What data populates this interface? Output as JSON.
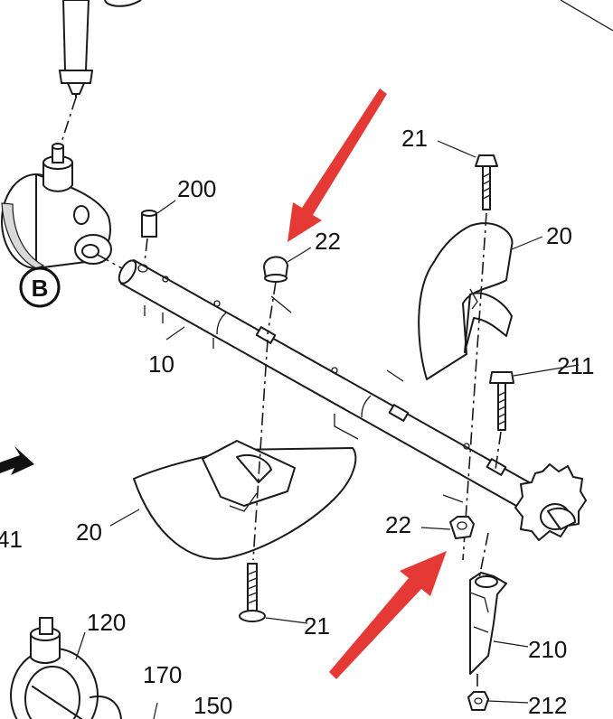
{
  "labels": {
    "top_bolt": "21",
    "spacer_pin": "200",
    "top_cap_nut": "22",
    "top_guard": "20",
    "shaft": "10",
    "side_bolt": "211",
    "lower_guard": "20",
    "lower_nut": "22",
    "lower_bolt": "21",
    "tooth": "210",
    "tooth_nut": "212",
    "edge_number": "41",
    "hub": "120",
    "part_170": "170",
    "part_150": "150"
  },
  "callout": {
    "letter": "B"
  },
  "colors": {
    "arrow": "#e53935",
    "line": "#1a1a1a",
    "background": "#ffffff"
  },
  "icons": {
    "callout": "circled-letter-icon",
    "pointer": "red-arrow-icon",
    "direction": "black-arrow-icon"
  }
}
